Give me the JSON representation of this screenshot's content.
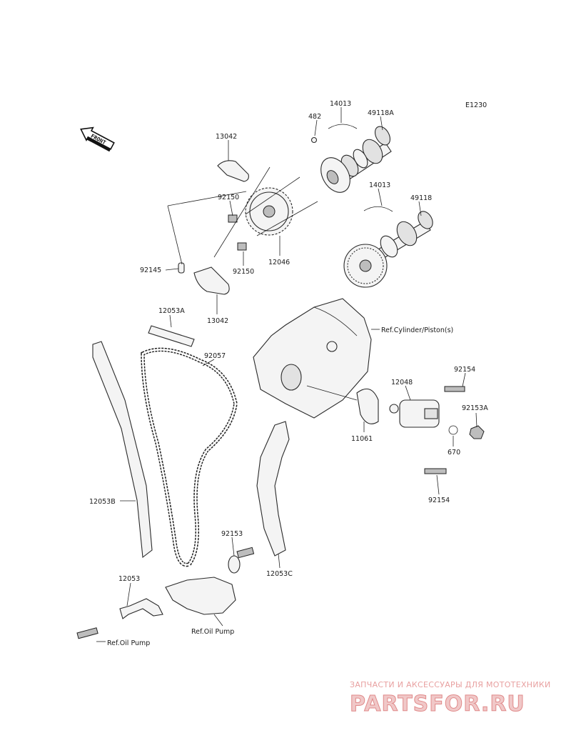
{
  "diagram_code": "E1230",
  "front_label": "FRONT",
  "labels": {
    "p482": "482",
    "p14013a": "14013",
    "p49118a": "49118A",
    "p13042a": "13042",
    "p92150a": "92150",
    "p12046": "12046",
    "p92150b": "92150",
    "p14013b": "14013",
    "p49118": "49118",
    "p92145": "92145",
    "p13042b": "13042",
    "p12053a": "12053A",
    "p92057": "92057",
    "ref_cylinder": "Ref.Cylinder/Piston(s)",
    "p12048": "12048",
    "p92154a": "92154",
    "p92153a": "92153A",
    "p11061": "11061",
    "p670": "670",
    "p92154b": "92154",
    "p12053b": "12053B",
    "p92153": "92153",
    "p12053c": "12053C",
    "p12053": "12053",
    "ref_oil_pump_a": "Ref.Oil Pump",
    "ref_oil_pump_b": "Ref.Oil Pump"
  },
  "watermark": {
    "tagline": "ЗАПЧАСТИ И АКСЕССУАРЫ ДЛЯ МОТОТЕХНИКИ",
    "brand": "PARTSFOR.RU"
  }
}
